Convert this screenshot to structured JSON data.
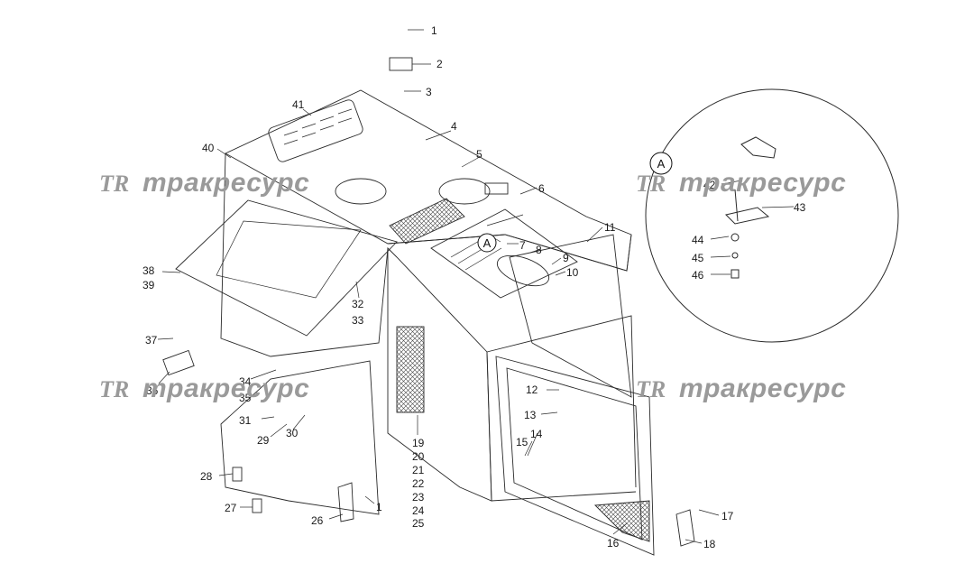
{
  "labels": [
    "1",
    "2",
    "3",
    "4",
    "5",
    "6",
    "7",
    "8",
    "9",
    "10",
    "11",
    "12",
    "13",
    "14",
    "15",
    "16",
    "17",
    "18",
    "19",
    "20",
    "21",
    "22",
    "23",
    "24",
    "25",
    "26",
    "27",
    "28",
    "29",
    "30",
    "31",
    "32",
    "33",
    "34",
    "35",
    "36",
    "37",
    "38",
    "39",
    "40",
    "41",
    "42",
    "43",
    "44",
    "45",
    "46",
    "1"
  ],
  "detail_callout": "A",
  "main_callout": "A",
  "watermark": {
    "logo": "TR",
    "text": "тракресурс"
  },
  "colors": {
    "line": "#2a2a2a",
    "watermark": "#9a9a9a",
    "background": "#ffffff"
  }
}
